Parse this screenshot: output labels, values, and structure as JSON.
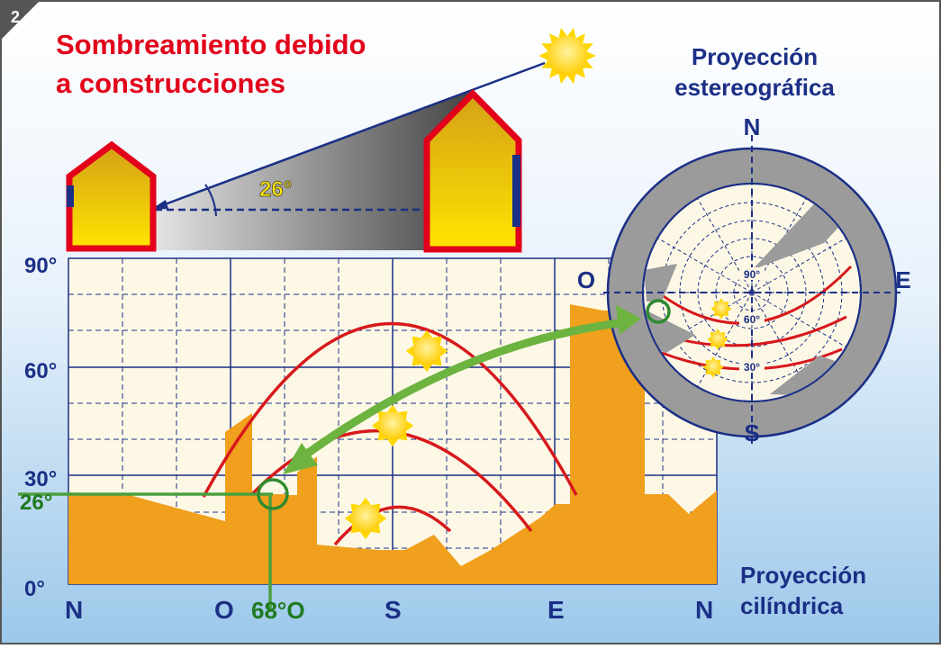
{
  "figure_number": "2",
  "title_line1": "Sombreamiento debido",
  "title_line2": "a construcciones",
  "stereo_title_line1": "Proyección",
  "stereo_title_line2": "estereográfica",
  "cyl_title_line1": "Proyección",
  "cyl_title_line2": "cilíndrica",
  "angle_label": "26°",
  "y_axis_ticks": [
    "90°",
    "60°",
    "30°",
    "26°",
    "0°"
  ],
  "x_axis_ticks": [
    "N",
    "O",
    "68°O",
    "S",
    "E",
    "N"
  ],
  "stereo_compass": {
    "north": "N",
    "south": "S",
    "east": "E",
    "west": "O"
  },
  "stereo_ring_labels": [
    "90°",
    "60°",
    "30°"
  ],
  "colors": {
    "background_top": "#ffffff",
    "background_bottom": "#9cc8ea",
    "title_red": "#e2001a",
    "label_blue": "#1b2f86",
    "label_green": "#1f7a1f",
    "obstruction_orange": "#f0a01c",
    "sun_path_red": "#d7191c",
    "sky_cream": "#fdf8e6",
    "arrow_green": "#6cb33f",
    "sun_yellow": "#ffd700"
  },
  "icons": [
    "sun-icon",
    "house-icon",
    "green-arrow-icon"
  ]
}
